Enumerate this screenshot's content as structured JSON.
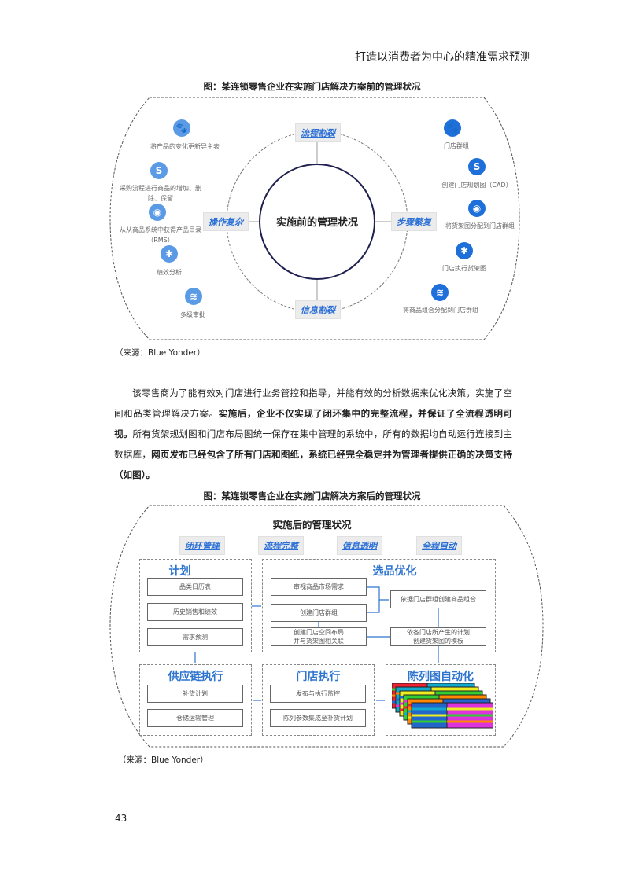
{
  "header": "打造以消费者为中心的精准需求预测",
  "fig1": {
    "title": "图：某连锁零售企业在实施门店解决方案前的管理状况",
    "center": "实施前的管理状况",
    "tags": {
      "top": "流程割裂",
      "left": "操作复杂",
      "right": "步骤繁复",
      "bottom": "信息割裂"
    },
    "left_items": [
      {
        "icon": "paw-icon",
        "glyph": "🐾",
        "text": "将产品的变化更新导主表"
      },
      {
        "icon": "s-icon",
        "glyph": "S",
        "text": "采购流程进行商品的增加、删除、保留"
      },
      {
        "icon": "weibo-icon",
        "glyph": "◉",
        "text": "从从商品系统中获得产品目录（RMS）"
      },
      {
        "icon": "yelp-icon",
        "glyph": "✱",
        "text": "绩效分析"
      },
      {
        "icon": "spotify-icon",
        "glyph": "≋",
        "text": "多级审批"
      }
    ],
    "right_items": [
      {
        "icon": "paw-icon",
        "glyph": "🐾",
        "text": "门店群组"
      },
      {
        "icon": "s-icon",
        "glyph": "S",
        "text": "创建门店规划图（CAD）"
      },
      {
        "icon": "weibo-icon",
        "glyph": "◉",
        "text": "将货架图分配到门店群组"
      },
      {
        "icon": "yelp-icon",
        "glyph": "✱",
        "text": "门店执行货架图"
      },
      {
        "icon": "spotify-icon",
        "glyph": "≋",
        "text": "将商品组合分配到门店群组"
      }
    ],
    "source": "（来源：Blue Yonder）"
  },
  "paragraph": {
    "p1": "该零售商为了能有效对门店进行业务管控和指导，并能有效的分析数据来优化决策，实施了空间和品类管理解决方案。",
    "p2": "实施后，企业不仅实现了闭环集中的完整流程，并保证了全流程透明可视。",
    "p3": "所有货架规划图和门店布局图统一保存在集中管理的系统中，所有的数据均自动运行连接到主数据库，",
    "p4": "网页发布已经包含了所有门店和图纸，系统已经完全稳定并为管理者提供正确的决策支持（如图）。"
  },
  "fig2": {
    "title": "图：某连锁零售企业在实施门店解决方案后的管理状况",
    "heading": "实施后的管理状况",
    "tags": [
      "闭环管理",
      "流程完整",
      "信息透明",
      "全程自动"
    ],
    "plan": {
      "title": "计划",
      "items": [
        "品类日历表",
        "历史销售和绩效",
        "需求预测"
      ]
    },
    "select": {
      "title": "选品优化",
      "items": [
        "审视商品市场需求",
        "创建门店群组",
        "创建门店空间布局\n并与货架图相关联",
        "依据门店群组创建商品组合",
        "依各门店所产生的计划\n创建货架图的模板"
      ]
    },
    "supply": {
      "title": "供应链执行",
      "items": [
        "补货计划",
        "仓储运输管理"
      ]
    },
    "store": {
      "title": "门店执行",
      "items": [
        "发布与执行监控",
        "陈列参数集成至补货计划"
      ]
    },
    "auto": {
      "title": "陈列图自动化"
    },
    "source": "（来源：Blue Yonder）"
  },
  "page_number": "43"
}
